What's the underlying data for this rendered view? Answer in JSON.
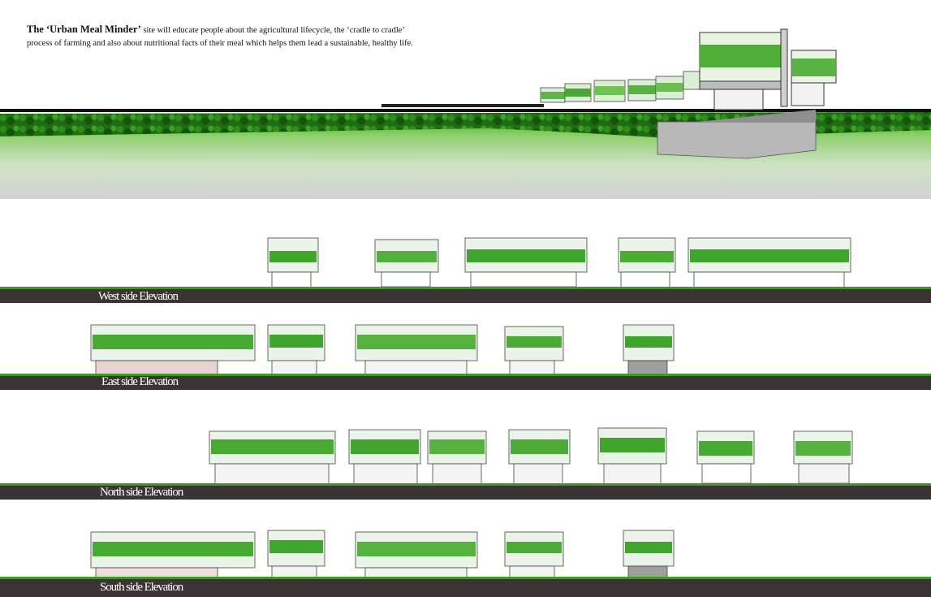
{
  "intro": {
    "title": "The ‘Urban Meal Minder’",
    "text": " site  will educate  people about the agricultural lifecycle, the ‘cradle to cradle’ process of farming and also about nutritional facts of their meal which helps them lead a sustainable, healthy life."
  },
  "elevations": [
    {
      "label": "West side Elevation"
    },
    {
      "label": "East side Elevation"
    },
    {
      "label": "North side Elevation"
    },
    {
      "label": "South side Elevation"
    }
  ],
  "colors": {
    "ground": "#3a3434",
    "greenery": "#2f9a1e",
    "glass": "#e8f3e6",
    "concrete": "#bdbdbd",
    "pink": "#e9d2d2"
  }
}
